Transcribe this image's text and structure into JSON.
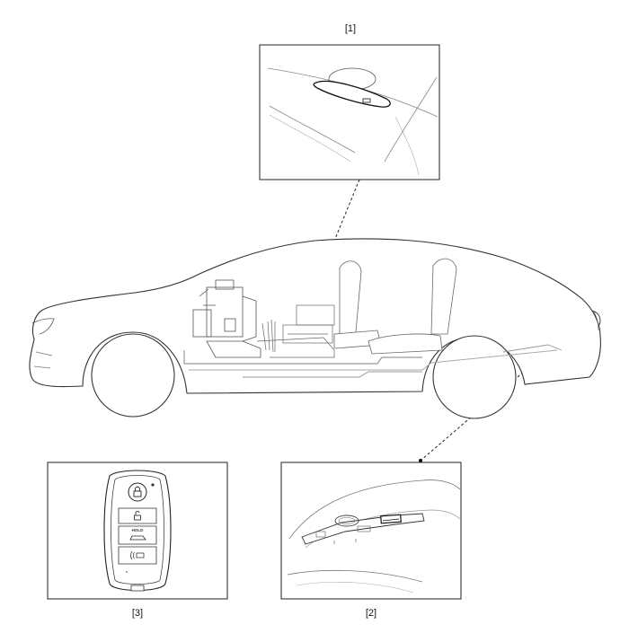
{
  "callouts": [
    {
      "label": "[1]"
    },
    {
      "label": "[2]"
    },
    {
      "label": "[3]"
    }
  ],
  "key_fob": {
    "hold_text": "HOLD"
  },
  "colors": {
    "line": "#333333",
    "light_line": "#888888",
    "frame": "#222222"
  }
}
